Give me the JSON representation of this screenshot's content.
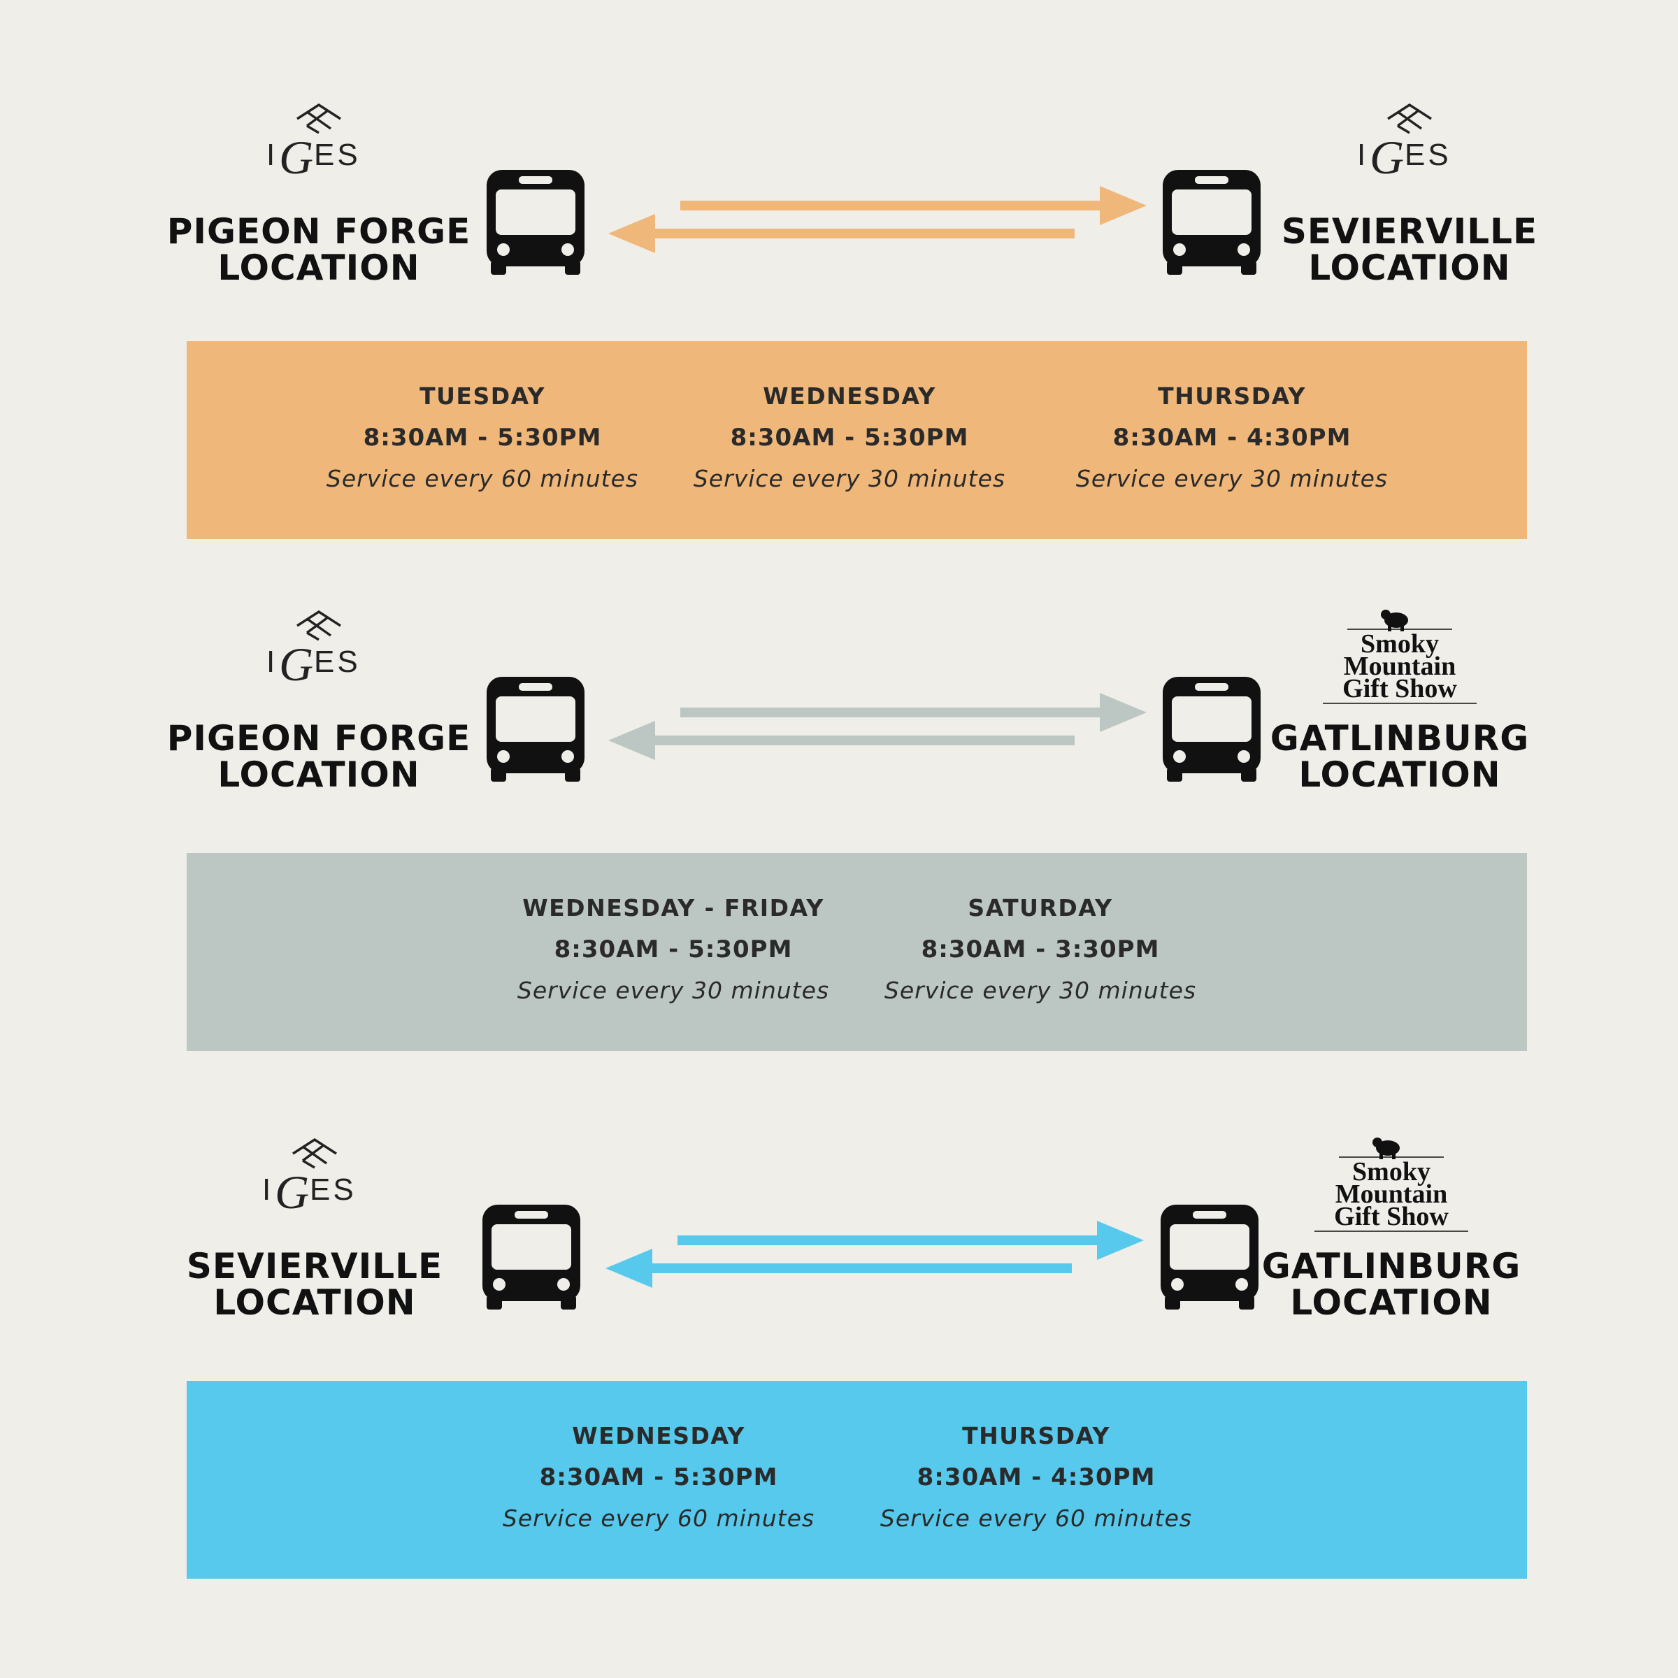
{
  "colors": {
    "background": "#f0eee9",
    "orange": "#efb77a",
    "gray": "#bcc7c4",
    "blue": "#57c9ec",
    "dark": "#111111"
  },
  "logos": {
    "iges_text": "IGES",
    "smgs_lines": [
      "Smoky",
      "Mountain",
      "Gift Show"
    ]
  },
  "routes": [
    {
      "from": {
        "logo": "iges",
        "name_line1": "PIGEON FORGE",
        "name_line2": "LOCATION"
      },
      "to": {
        "logo": "iges",
        "name_line1": "SEVIERVILLE",
        "name_line2": "LOCATION"
      },
      "color": "#efb77a",
      "schedule": [
        {
          "day": "TUESDAY",
          "time": "8:30AM - 5:30PM",
          "frequency": "Service every 60 minutes"
        },
        {
          "day": "WEDNESDAY",
          "time": "8:30AM - 5:30PM",
          "frequency": "Service every 30 minutes"
        },
        {
          "day": "THURSDAY",
          "time": "8:30AM - 4:30PM",
          "frequency": "Service every 30 minutes"
        }
      ]
    },
    {
      "from": {
        "logo": "iges",
        "name_line1": "PIGEON FORGE",
        "name_line2": "LOCATION"
      },
      "to": {
        "logo": "smoky-mountain-gift-show",
        "name_line1": "GATLINBURG",
        "name_line2": "LOCATION"
      },
      "color": "#bcc7c4",
      "schedule": [
        {
          "day": "WEDNESDAY - FRIDAY",
          "time": "8:30AM - 5:30PM",
          "frequency": "Service every 30 minutes"
        },
        {
          "day": "SATURDAY",
          "time": "8:30AM - 3:30PM",
          "frequency": "Service every 30 minutes"
        }
      ]
    },
    {
      "from": {
        "logo": "iges",
        "name_line1": "SEVIERVILLE",
        "name_line2": "LOCATION"
      },
      "to": {
        "logo": "smoky-mountain-gift-show",
        "name_line1": "GATLINBURG",
        "name_line2": "LOCATION"
      },
      "color": "#57c9ec",
      "schedule": [
        {
          "day": "WEDNESDAY",
          "time": "8:30AM - 5:30PM",
          "frequency": "Service every 60 minutes"
        },
        {
          "day": "THURSDAY",
          "time": "8:30AM - 4:30PM",
          "frequency": "Service every 60 minutes"
        }
      ]
    }
  ]
}
